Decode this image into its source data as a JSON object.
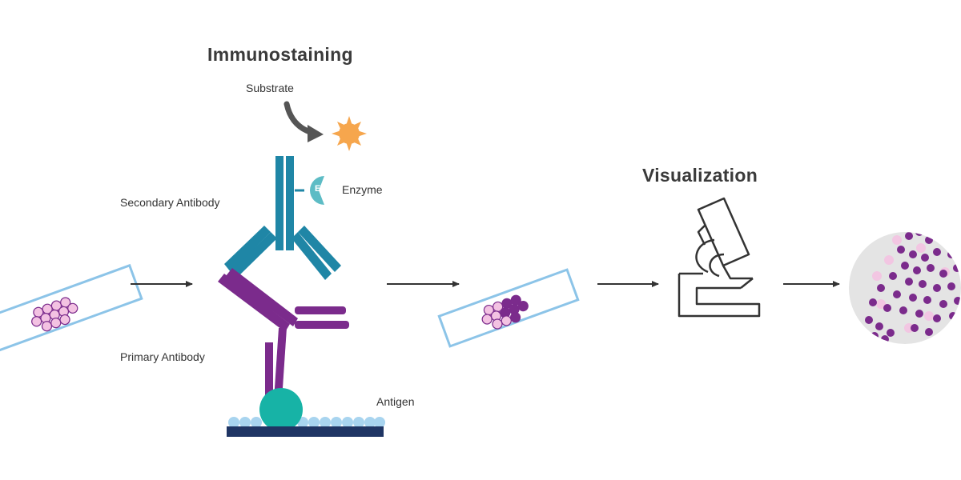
{
  "titles": {
    "immunostaining": "Immunostaining",
    "visualization": "Visualization"
  },
  "labels": {
    "substrate": "Substrate",
    "enzyme": "Enzyme",
    "enzyme_symbol": "E",
    "secondary_antibody": "Secondary Antibody",
    "primary_antibody": "Primary Antibody",
    "antigen": "Antigen"
  },
  "colors": {
    "secondary_antibody": "#1f86a6",
    "primary_antibody": "#7b2b8c",
    "enzyme": "#5dbcc5",
    "substrate": "#f6a64d",
    "antigen": "#17b3a6",
    "membrane": "#1f3564",
    "slide_border": "#8cc4e8",
    "stained_cell": "#7b2b8c",
    "unstained_cell": "#f3c2e2"
  },
  "icons": [
    "glass-slide-icon",
    "arrow-right-icon",
    "microscope-icon",
    "stained-tissue-icon",
    "substrate-starburst-icon",
    "curved-arrow-icon"
  ]
}
